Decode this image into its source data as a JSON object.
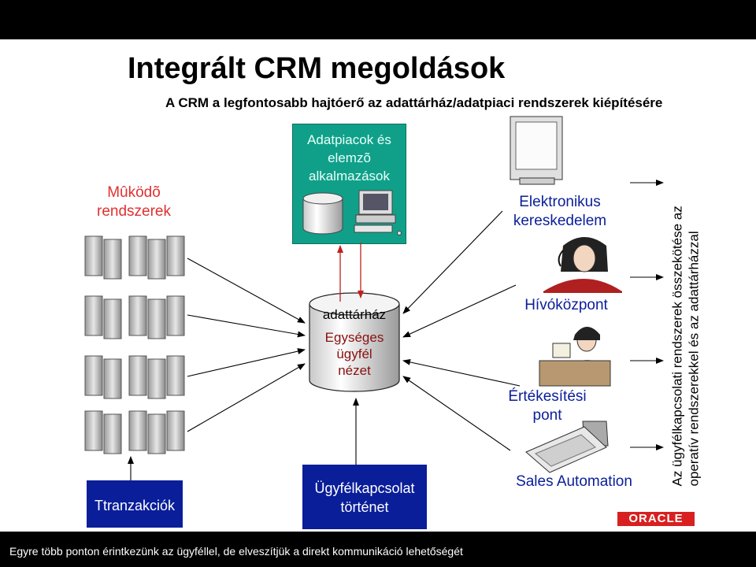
{
  "title": "Integrált CRM megoldások",
  "subtitle": "A CRM a legfontosabb hajtóerő az adattárház/adatpiaci rendszerek kiépítésére",
  "left": {
    "label_line1": "Mûködõ",
    "label_line2": "rendszerek",
    "box_label": "Ttranzakciók"
  },
  "center": {
    "datamart_line1": "Adatpiacok és",
    "datamart_line2": "elemzõ",
    "datamart_line3": "alkalmazások",
    "warehouse_label": "adattárház",
    "unified_line1": "Egységes",
    "unified_line2": "ügyfél",
    "unified_line3": "nézet",
    "history_line1": "Ügyfélkapcsolat",
    "history_line2": "történet"
  },
  "channels": {
    "ecommerce_line1": "Elektronikus",
    "ecommerce_line2": "kereskedelem",
    "callcenter": "Hívóközpont",
    "pos_line1": "Értékesítési",
    "pos_line2": "pont",
    "sales": "Sales Automation"
  },
  "side_note_line1": "Az ügyfélkapcsolati rendszerek összekötése az",
  "side_note_line2": "operatív rendszerekkel és az adattárházzal",
  "logo": "ORACLE",
  "footer": "Egyre több ponton érintkezünk az ügyféllel, de elveszítjük a direkt kommunikáció lehetőségét",
  "colors": {
    "accent_red": "#e03030",
    "dark_red": "#8a1010",
    "navy": "#0a1e9a",
    "teal": "#10a08a",
    "oracle_red": "#d82020"
  },
  "icons": [
    "server-icon",
    "database-icon",
    "computer-icon",
    "monitor-icon",
    "call-agent-icon",
    "cashier-icon",
    "laptop-icon"
  ]
}
